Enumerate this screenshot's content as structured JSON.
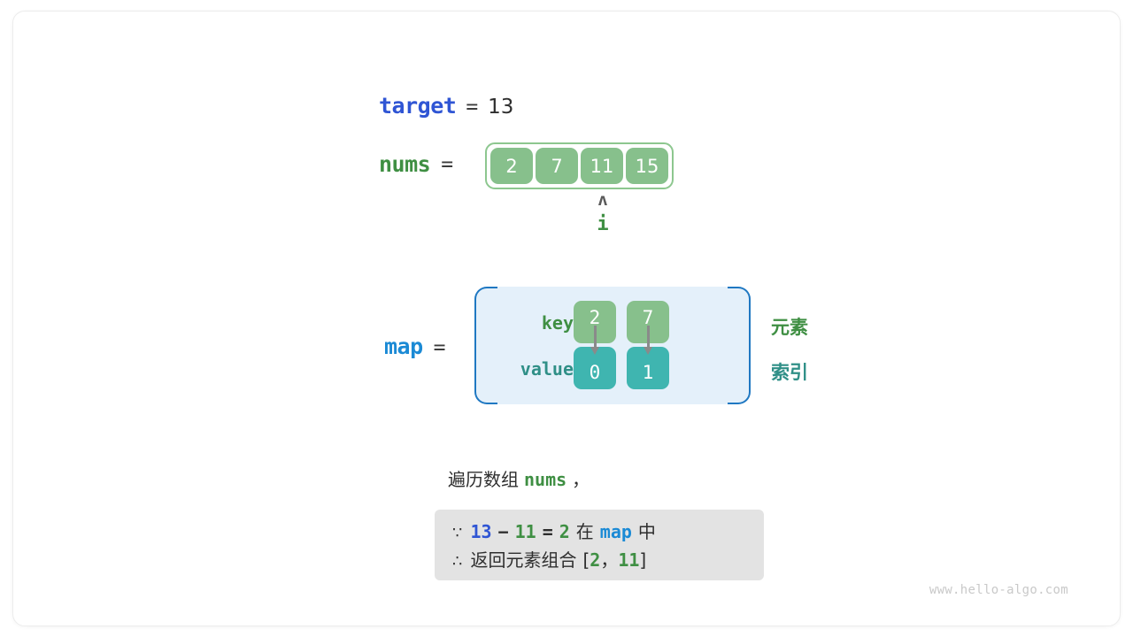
{
  "diagram": {
    "target": {
      "name": "target",
      "eq": "=",
      "value": "13"
    },
    "nums": {
      "name": "nums",
      "eq": "=",
      "cells": [
        "2",
        "7",
        "11",
        "15"
      ]
    },
    "pointer": {
      "caret": "ʌ",
      "label": "i",
      "index": 2
    },
    "map": {
      "name": "map",
      "eq": "=",
      "key_label": "key",
      "value_label": "value",
      "entries": [
        {
          "key": "2",
          "value": "0"
        },
        {
          "key": "7",
          "value": "1"
        }
      ],
      "side_labels": {
        "element": "元素",
        "index": "索引"
      }
    },
    "explanation": {
      "traverse_prefix": "遍历数组",
      "traverse_code": "nums",
      "traverse_suffix": "，",
      "because_symbol": "∵",
      "therefore_symbol": "∴",
      "line1": {
        "a": "13",
        "minus": "−",
        "b": "11",
        "eq": "=",
        "c": "2",
        "in": "在",
        "map": "map",
        "within": "中"
      },
      "line2": {
        "text": "返回元素组合",
        "open": "[",
        "a": "2",
        "comma": "，",
        "b": "11",
        "close": "]"
      }
    },
    "watermark": "www.hello-algo.com",
    "colors": {
      "blue": "#2f55d4",
      "light_blue": "#1b8ad5",
      "green": "#3f8f43",
      "cell_green": "#87c08c",
      "teal": "#3fb5b0",
      "teal_text": "#2f8f87",
      "gray_box": "#e3e3e3",
      "map_bg": "#e4f0fa",
      "map_border": "#1f78c2",
      "arrow_gray": "#8a8a8a"
    }
  }
}
